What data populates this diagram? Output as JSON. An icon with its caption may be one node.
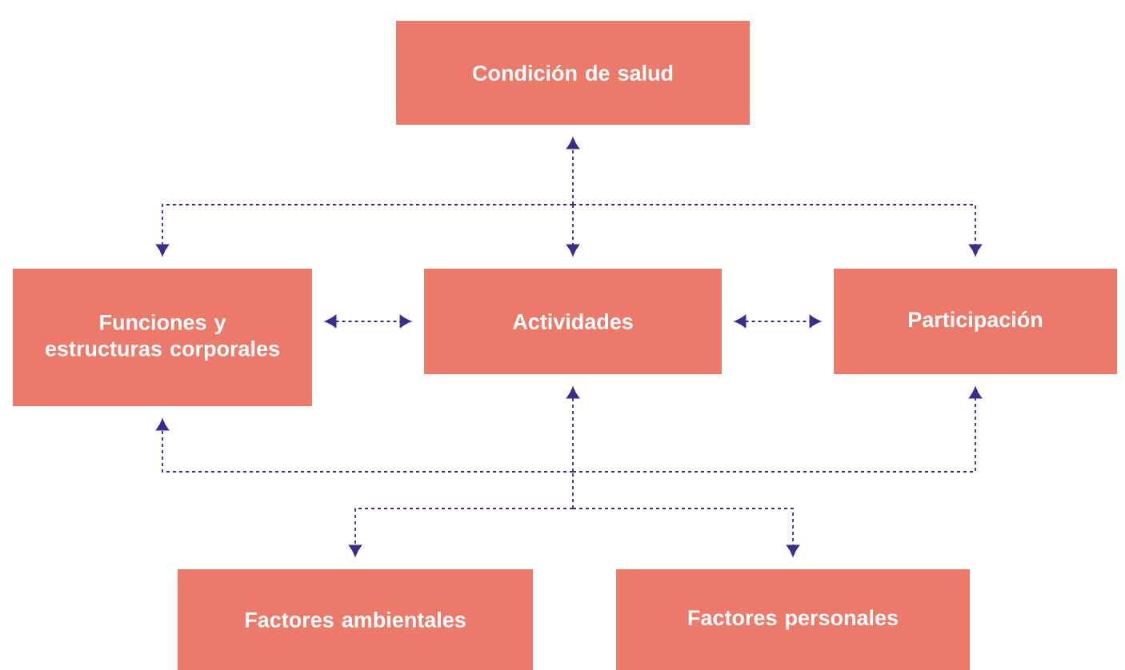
{
  "diagram": {
    "nodes": [
      {
        "text": [
          "Condición de salud"
        ]
      },
      {
        "text": [
          "Funciones y estructuras corporales"
        ]
      },
      {
        "text": [
          "Actividades"
        ]
      },
      {
        "text": [
          "Participación"
        ]
      },
      {
        "text": [
          "Factores ambientales"
        ]
      },
      {
        "text": [
          "Factores personales"
        ]
      }
    ],
    "edges": [
      {
        "from": 0,
        "to": 1,
        "arrow": "both",
        "style": "dashed"
      },
      {
        "from": 0,
        "to": 2,
        "arrow": "both",
        "style": "dashed"
      },
      {
        "from": 0,
        "to": 3,
        "arrow": "both",
        "style": "dashed"
      },
      {
        "from": 1,
        "to": 2,
        "arrow": "both",
        "style": "dashed"
      },
      {
        "from": 2,
        "to": 3,
        "arrow": "both",
        "style": "dashed"
      },
      {
        "from": 4,
        "to": 1,
        "arrow": "both",
        "style": "dashed"
      },
      {
        "from": 4,
        "to": 2,
        "arrow": "both",
        "style": "dashed"
      },
      {
        "from": 4,
        "to": 3,
        "arrow": "both",
        "style": "dashed"
      },
      {
        "from": 5,
        "to": 1,
        "arrow": "both",
        "style": "dashed"
      },
      {
        "from": 5,
        "to": 2,
        "arrow": "both",
        "style": "dashed"
      },
      {
        "from": 5,
        "to": 3,
        "arrow": "both",
        "style": "dashed"
      }
    ]
  }
}
